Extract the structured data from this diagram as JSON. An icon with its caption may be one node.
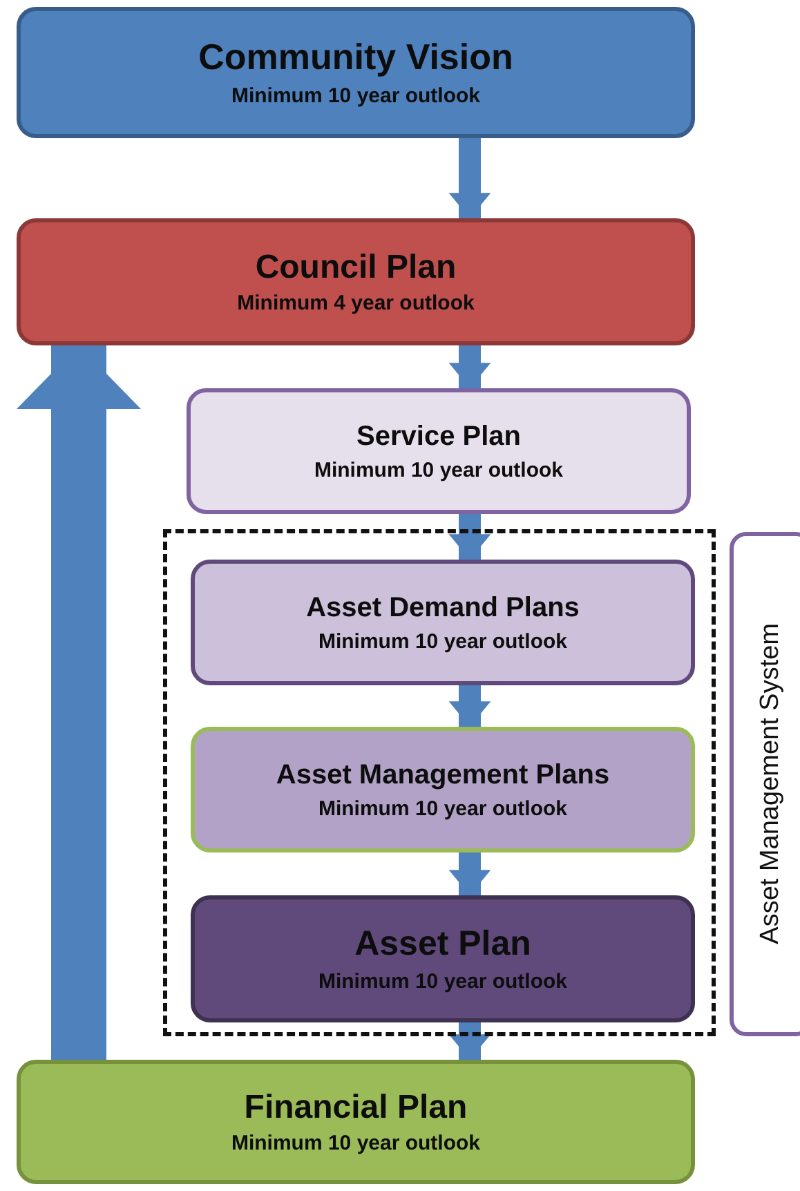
{
  "diagram": {
    "nodes": [
      {
        "text": [
          "Community Vision",
          "Minimum 10 year outlook"
        ]
      },
      {
        "text": [
          "Council Plan",
          "Minimum 4 year outlook"
        ]
      },
      {
        "text": [
          "Service Plan",
          "Minimum 10 year outlook"
        ]
      },
      {
        "text": [],
        "shape": "box"
      },
      {
        "text": [
          "Asset Demand Plans",
          "Minimum 10 year outlook"
        ],
        "in": 3
      },
      {
        "text": [
          "Asset Management Plans",
          "Minimum 10 year outlook"
        ],
        "in": 3
      },
      {
        "text": [
          "Asset Plan",
          "Minimum 10 year outlook"
        ],
        "in": 3
      },
      {
        "text": [
          "Asset Management System"
        ]
      },
      {
        "text": [
          "Financial Plan",
          "Minimum 10 year outlook"
        ]
      }
    ],
    "edges": [
      {
        "from": 0,
        "to": 1,
        "arrow": "to"
      },
      {
        "from": 1,
        "to": 2,
        "arrow": "to"
      },
      {
        "from": 2,
        "to": 4,
        "arrow": "to"
      },
      {
        "from": 4,
        "to": 5,
        "arrow": "to"
      },
      {
        "from": 5,
        "to": 6,
        "arrow": "to"
      },
      {
        "from": 6,
        "to": 8,
        "arrow": "to"
      },
      {
        "from": 8,
        "to": 1,
        "arrow": "to",
        "style": "thick"
      }
    ]
  }
}
